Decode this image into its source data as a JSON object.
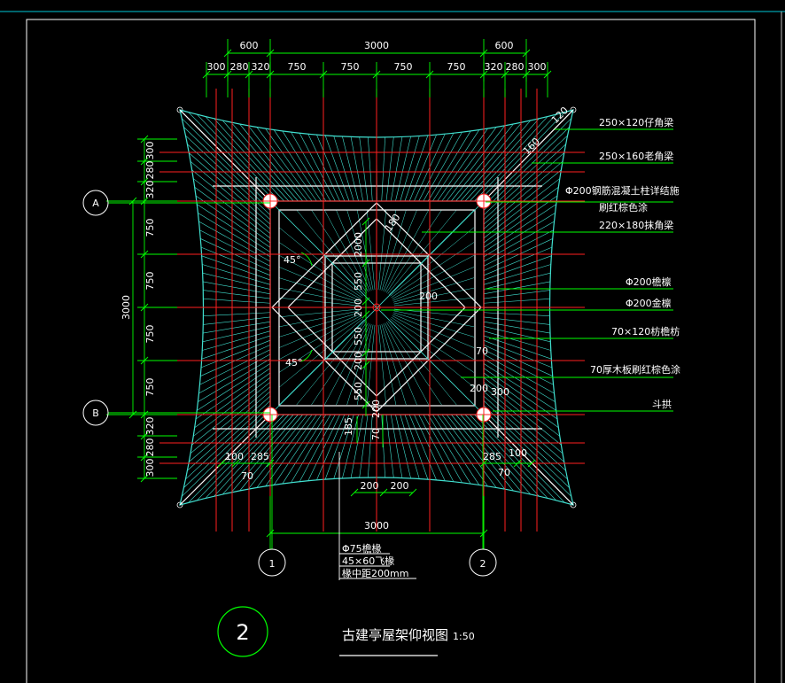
{
  "dims_top_outer": [
    "600",
    "3000",
    "600"
  ],
  "dims_top_inner": [
    "300",
    "280",
    "320",
    "750",
    "750",
    "750",
    "750",
    "320",
    "280",
    "300"
  ],
  "dims_left": [
    "300",
    "280",
    "320",
    "750",
    "750",
    "750",
    "750",
    "320",
    "280",
    "300"
  ],
  "dim_left_total": "3000",
  "grid_rows": [
    "A",
    "B"
  ],
  "grid_cols": [
    "1",
    "2"
  ],
  "inner_dims": {
    "d180": "180",
    "d2000": "2000",
    "d200a": "200",
    "d550a": "550",
    "d200b": "200",
    "d550b": "550",
    "d200c": "200",
    "d550c": "550",
    "d200r": "200",
    "d70a": "70",
    "d200d": "200",
    "d300": "300",
    "d185": "185",
    "d70b": "70",
    "d200e": "200",
    "angle1": "45°",
    "angle2": "45°",
    "d120": "120",
    "d160": "160"
  },
  "corner_dims": {
    "bl100": "100",
    "bl285": "285",
    "bl70": "70",
    "br285": "285",
    "br100": "100",
    "br70": "70"
  },
  "bottom_dims": [
    "200",
    "200"
  ],
  "dim_bottom_total": "3000",
  "callouts": [
    "250×120仔角梁",
    "250×160老角梁",
    "Φ200钢筋混凝土柱详结施",
    "刷红棕色涂",
    "220×180抹角梁",
    "Φ200檐檩",
    "Φ200金檩",
    "70×120枋檐枋",
    "70厚木板刷红棕色涂",
    "斗拱"
  ],
  "notes": [
    "Φ75檐椽",
    "45×60飞椽",
    "椽中距200mm"
  ],
  "drawing_number": "2",
  "title": "古建亭屋架仰视图",
  "scale": "1:50",
  "colors": {
    "frame": "#ffffff",
    "rafters": "#40e0d0",
    "dimensions": "#00ff00",
    "gridlines": "#ff2020",
    "text": "#ffffff",
    "top_border": "#00ffff"
  }
}
